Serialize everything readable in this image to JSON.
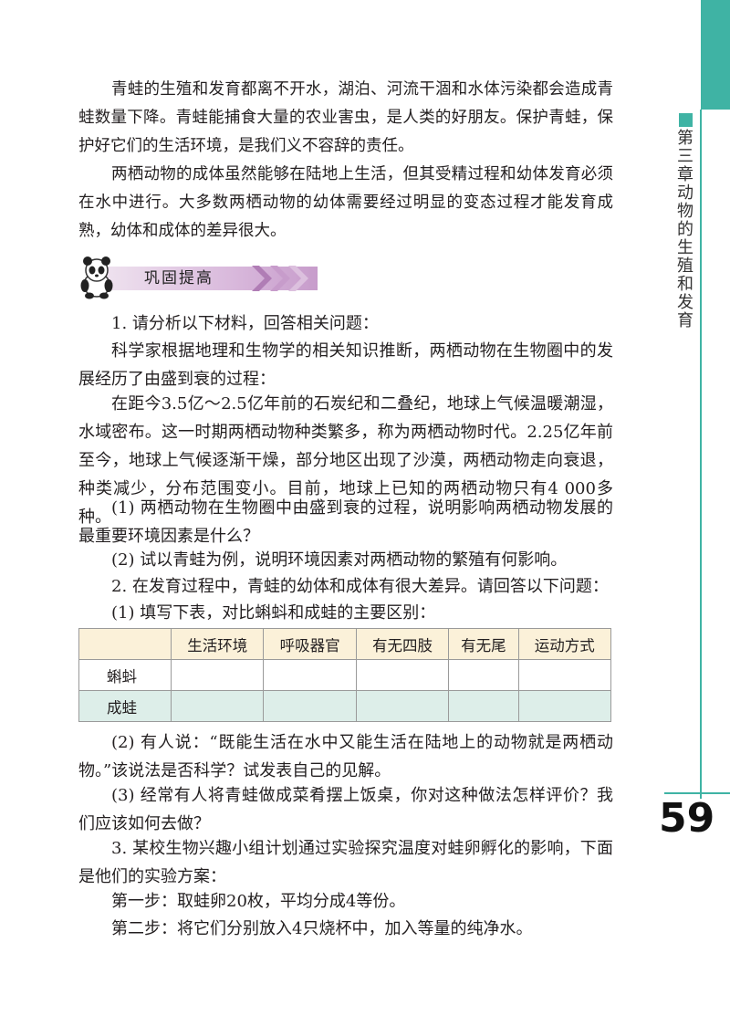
{
  "intro": {
    "p1": "青蛙的生殖和发育都离不开水，湖泊、河流干涸和水体污染都会造成青蛙数量下降。青蛙能捕食大量的农业害虫，是人类的好朋友。保护青蛙，保护好它们的生活环境，是我们义不容辞的责任。",
    "p2": "两栖动物的成体虽然能够在陆地上生活，但其受精过程和幼体发育必须在水中进行。大多数两栖动物的幼体需要经过明显的变态过程才能发育成熟，幼体和成体的差异很大。"
  },
  "section": {
    "title": "巩固提高"
  },
  "q1": {
    "stem": "1. 请分析以下材料，回答相关问题：",
    "m1": "科学家根据地理和生物学的相关知识推断，两栖动物在生物圈中的发展经历了由盛到衰的过程：",
    "m2": "在距今3.5亿～2.5亿年前的石炭纪和二叠纪，地球上气候温暖潮湿，水域密布。这一时期两栖动物种类繁多，称为两栖动物时代。2.25亿年前至今，地球上气候逐渐干燥，部分地区出现了沙漠，两栖动物走向衰退，种类减少，分布范围变小。目前，地球上已知的两栖动物只有4 000多种。",
    "s1": "(1) 两栖动物在生物圈中由盛到衰的过程，说明影响两栖动物发展的最重要环境因素是什么？",
    "s2": "(2) 试以青蛙为例，说明环境因素对两栖动物的繁殖有何影响。"
  },
  "q2": {
    "stem": "2. 在发育过程中，青蛙的幼体和成体有很大差异。请回答以下问题：",
    "s1": "(1) 填写下表，对比蝌蚪和成蛙的主要区别：",
    "table": {
      "headers": [
        "生活环境",
        "呼吸器官",
        "有无四肢",
        "有无尾",
        "运动方式"
      ],
      "rows": [
        "蝌蚪",
        "成蛙"
      ]
    },
    "s2": "(2) 有人说：“既能生活在水中又能生活在陆地上的动物就是两栖动物。”该说法是否科学？试发表自己的见解。",
    "s3": "(3) 经常有人将青蛙做成菜肴摆上饭桌，你对这种做法怎样评价？我们应该如何去做？"
  },
  "q3": {
    "stem": "3. 某校生物兴趣小组计划通过实验探究温度对蛙卵孵化的影响，下面是他们的实验方案：",
    "step1": "第一步：取蛙卵20枚，平均分成4等份。",
    "step2": "第二步：将它们分别放入4只烧杯中，加入等量的纯净水。"
  },
  "sidebar": {
    "chapter": "第三章 动物的生殖和发育"
  },
  "page": {
    "number": "59"
  },
  "colors": {
    "accent": "#3fb3a4",
    "banner": "#c79ccb",
    "table_head": "#fbf1d9",
    "table_alt": "#ddeee9"
  }
}
